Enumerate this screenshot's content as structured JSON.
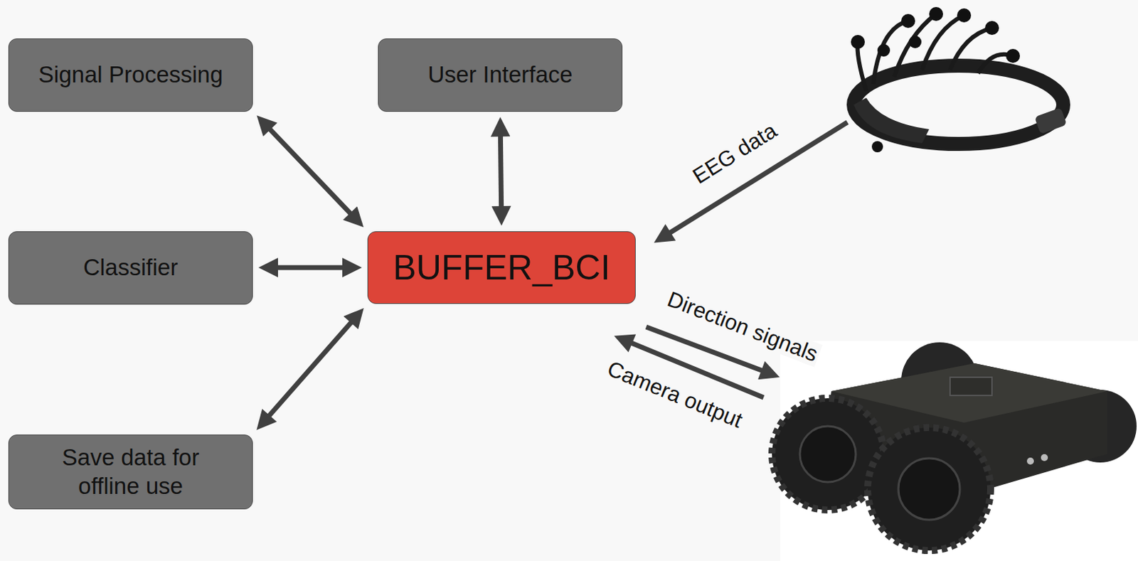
{
  "diagram": {
    "nodes": [
      {
        "text": [
          "Signal Processing"
        ]
      },
      {
        "text": [
          "User Interface"
        ]
      },
      {
        "text": [
          "Classifier"
        ]
      },
      {
        "text": [
          "BUFFER_BCI"
        ]
      },
      {
        "text": [
          "Save data for offline use"
        ]
      }
    ],
    "edges": [
      {
        "from": 0,
        "to": 3,
        "arrow": "both"
      },
      {
        "from": 1,
        "to": 3,
        "arrow": "both"
      },
      {
        "from": 2,
        "to": 3,
        "arrow": "both"
      },
      {
        "from": 4,
        "to": 3,
        "arrow": "both"
      }
    ],
    "labels": [
      "EEG data",
      "Direction signals",
      "Camera output"
    ]
  }
}
